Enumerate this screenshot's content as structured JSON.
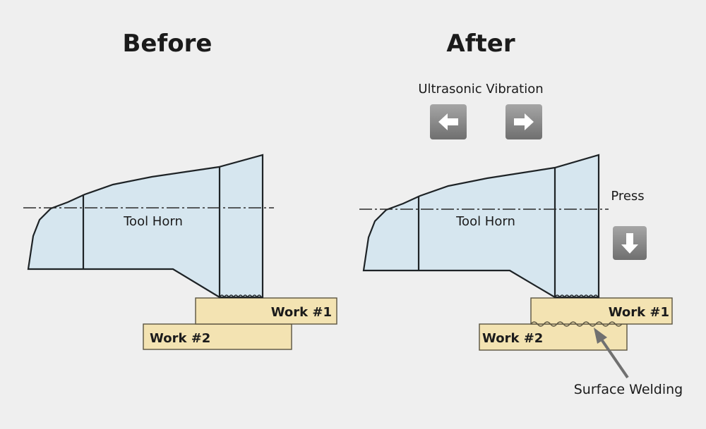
{
  "before": {
    "title": "Before",
    "tool_label": "Tool Horn",
    "work1_label": "Work #1",
    "work2_label": "Work #2"
  },
  "after": {
    "title": "After",
    "vibration_label": "Ultrasonic Vibration",
    "press_label": "Press",
    "tool_label": "Tool Horn",
    "work1_label": "Work #1",
    "work2_label": "Work #2",
    "welding_label": "Surface Welding"
  },
  "icons": {
    "vibration_left": "arrow-left-icon",
    "vibration_right": "arrow-right-icon",
    "press_down": "arrow-down-icon"
  },
  "colors": {
    "background": "#efefef",
    "horn_fill": "#d6e6ef",
    "work_fill": "#f3e3b2",
    "button_gray": "#8d8d8d"
  }
}
